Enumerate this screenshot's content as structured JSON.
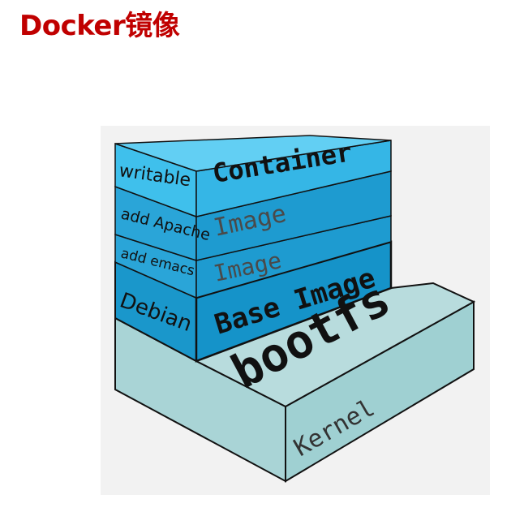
{
  "title": "Docker镜像",
  "diagram": {
    "layers": {
      "writable": {
        "side_label": "writable",
        "face_label": "Container",
        "color": "#3fc0ec"
      },
      "apache": {
        "side_label": "add Apache",
        "face_label": "Image",
        "color": "#2aa5d8"
      },
      "emacs": {
        "side_label": "add emacs",
        "face_label": "Image",
        "color": "#2aa5d8"
      },
      "debian": {
        "side_label": "Debian",
        "face_label": "Base Image",
        "color": "#1593c9"
      },
      "bootfs": {
        "face_label": "bootfs",
        "color": "#b8dcdd"
      },
      "kernel": {
        "face_label": "Kernel",
        "color": "#9fd0d2"
      }
    },
    "background_color": "#f2f2f2"
  }
}
